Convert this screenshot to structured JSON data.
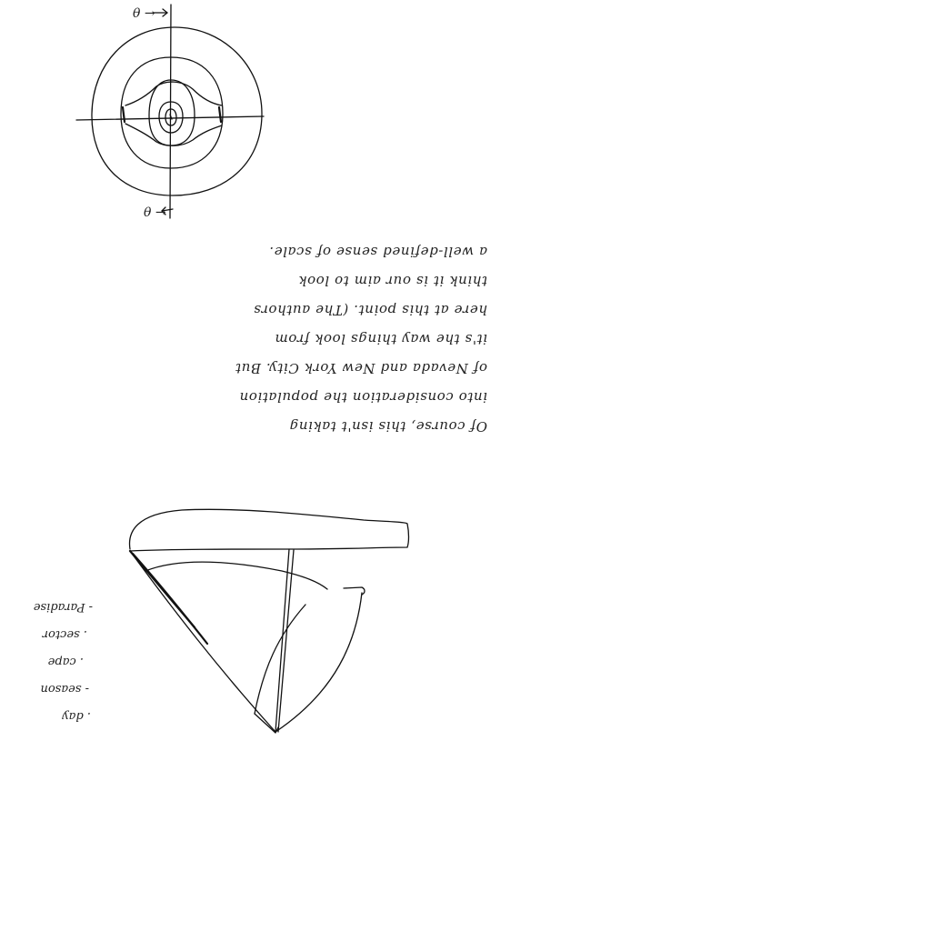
{
  "ink_color": "#111111",
  "background": "#ffffff",
  "sketch_top": {
    "icon": "concentric-circles-sketch",
    "label_top": "θ →",
    "label_bottom": "θ →"
  },
  "paragraph": {
    "orientation": "upside-down",
    "lines": [
      "Of course, this isn't taking",
      "into consideration the population",
      "of Nevada and New York City. But",
      "it's the way things look from",
      "here at this point. (The authors",
      "think it is our aim to look",
      "a well-defined sense of scale."
    ]
  },
  "sketch_bottom": {
    "icon": "cone-shape-sketch"
  },
  "side_list": {
    "orientation": "upside-down",
    "items": [
      "- Paradise",
      ". sector",
      ". cape",
      "- season",
      ". day"
    ]
  }
}
